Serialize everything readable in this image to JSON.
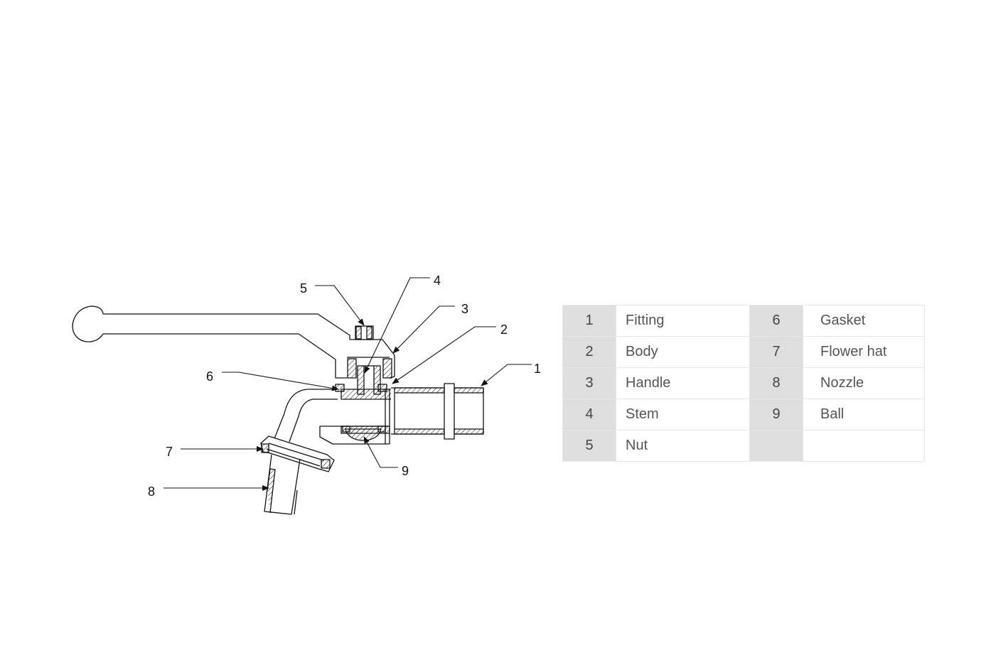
{
  "callouts": [
    "1",
    "2",
    "3",
    "4",
    "5",
    "6",
    "7",
    "8",
    "9"
  ],
  "parts": [
    {
      "num": "1",
      "name": "Fitting"
    },
    {
      "num": "2",
      "name": "Body"
    },
    {
      "num": "3",
      "name": "Handle"
    },
    {
      "num": "4",
      "name": "Stem"
    },
    {
      "num": "5",
      "name": "Nut"
    },
    {
      "num": "6",
      "name": "Gasket"
    },
    {
      "num": "7",
      "name": "Flower hat"
    },
    {
      "num": "8",
      "name": "Nozzle"
    },
    {
      "num": "9",
      "name": "Ball"
    }
  ]
}
